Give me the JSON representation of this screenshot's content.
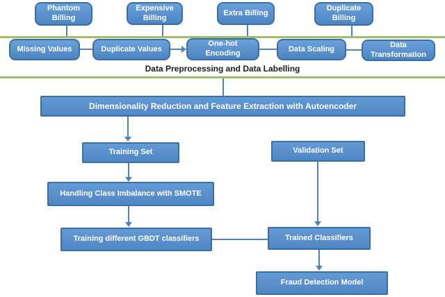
{
  "section_label": "Data Preprocessing and Data Labelling",
  "colors": {
    "node_fill_top": "#6BA1D9",
    "node_fill_bottom": "#4C84C4",
    "node_border": "#3A6EA5",
    "node_text": "#FFFFFF",
    "connector": "#4F81BD",
    "divider_green": "#9CBE64",
    "section_label_text": "#1A1A1A"
  },
  "nodes": {
    "phantom_billing": "Phantom Billing",
    "expensive_billing": "Expensive Billing",
    "extra_billing": "Extra Billing",
    "duplicate_billing": "Duplicate Billing",
    "missing_values": "Missing Values",
    "duplicate_values": "Duplicate Values",
    "onehot_encoding": "One-hot Encoding",
    "data_scaling": "Data Scaling",
    "data_transformation": "Data Transformation",
    "autoencoder": "Dimensionality Reduction and Feature Extraction with Autoencoder",
    "training_set": "Training Set",
    "validation_set": "Validation Set",
    "smote": "Handling Class Imbalance with SMOTE",
    "gbdt_training": "Training different  GBDT classifiers",
    "trained_classifiers": "Trained Classifiers",
    "fraud_detection_model": "Fraud Detection Model"
  }
}
